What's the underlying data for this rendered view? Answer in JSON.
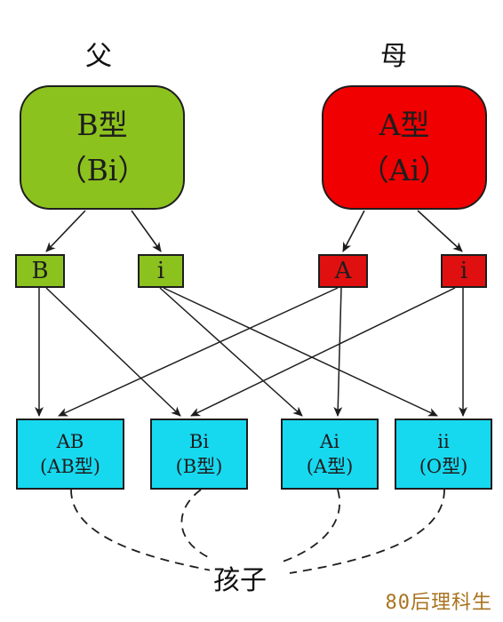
{
  "labels": {
    "father": "父",
    "mother": "母",
    "children": "孩子",
    "watermark": "80后理科生"
  },
  "parents": [
    {
      "type": "B型",
      "genotype": "（Bi）",
      "color": "#8cc21e"
    },
    {
      "type": "A型",
      "genotype": "（Ai）",
      "color": "#f00000"
    }
  ],
  "gametes": {
    "father": [
      "B",
      "i"
    ],
    "mother": [
      "A",
      "i"
    ],
    "father_color": "#8cc21e",
    "mother_color": "#e01010"
  },
  "children": [
    {
      "genotype": "AB",
      "blood_type": "(AB型)"
    },
    {
      "genotype": "Bi",
      "blood_type": "(B型)"
    },
    {
      "genotype": "Ai",
      "blood_type": "(A型)"
    },
    {
      "genotype": "ii",
      "blood_type": "(O型)"
    }
  ],
  "child_color": "#16d9f0"
}
